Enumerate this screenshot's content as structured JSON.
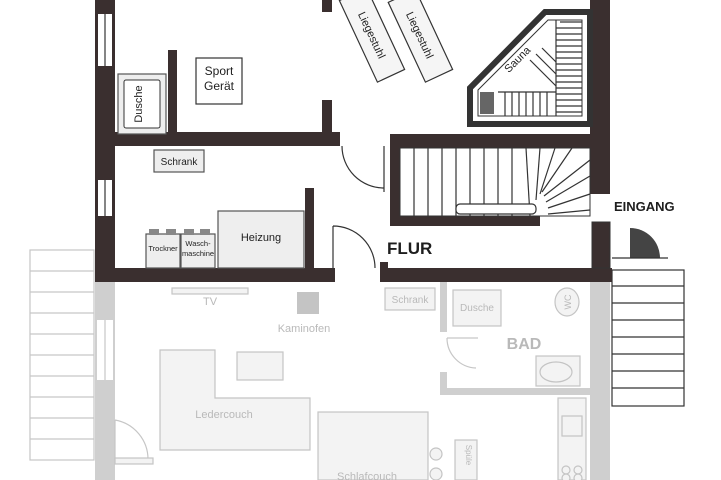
{
  "labels": {
    "sport": "Sport",
    "sport2": "Gerät",
    "dusche_top": "Dusche",
    "liege1": "Liegestuhl",
    "liege2": "Liegestuhl",
    "sauna": "Sauna",
    "schrank_top": "Schrank",
    "trockner": "Trockner",
    "wasch1": "Wasch-",
    "wasch2": "maschine",
    "heizung": "Heizung",
    "flur": "FLUR",
    "eingang": "EINGANG",
    "tv": "TV",
    "kaminofen": "Kaminofen",
    "schrank_bottom": "Schrank",
    "dusche_bottom": "Dusche",
    "wc": "WC",
    "bad": "BAD",
    "ledercouch": "Ledercouch",
    "schlafcouch": "Schlafcouch",
    "spuele": "Spüle"
  },
  "colors": {
    "wall_dark": "#3a2f2f",
    "wall_light": "#cfcfcf",
    "text_dark": "#1e1e1e",
    "text_light": "#b9b9b9"
  }
}
